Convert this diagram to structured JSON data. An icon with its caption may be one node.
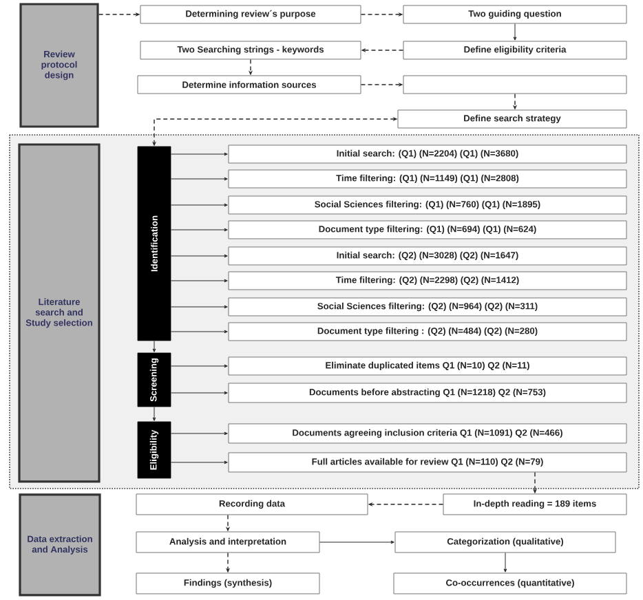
{
  "diagram": {
    "nodes": [
      {
        "text": [
          "Review protocol design"
        ]
      },
      {
        "text": [
          "Determining review´s purpose"
        ]
      },
      {
        "text": [
          "Two guiding question"
        ]
      },
      {
        "text": [
          "Two Searching strings - keywords"
        ]
      },
      {
        "text": [
          "Define eligibility criteria"
        ]
      },
      {
        "text": [
          "Determine information sources"
        ]
      },
      {
        "text": [],
        "shape": "box"
      },
      {
        "text": [
          "Define search strategy"
        ]
      },
      {
        "text": [
          "Literature search and Study selection"
        ]
      },
      {
        "text": [
          "Identification"
        ]
      },
      {
        "text": [
          "Initial search: (Q1) (N=2204) (Q1) (N=3680)"
        ]
      },
      {
        "text": [
          "Time filtering: (Q1) (N=1149) (Q1) (N=2808)"
        ]
      },
      {
        "text": [
          "Social Sciences filtering: (Q1) (N=760) (Q1) (N=1895)"
        ]
      },
      {
        "text": [
          "Document type filtering: (Q1) (N=694) (Q1) (N=624)"
        ]
      },
      {
        "text": [
          "Initial search: (Q2) (N=3028) (Q2) (N=1647)"
        ]
      },
      {
        "text": [
          "Time filtering: (Q2) (N=2298) (Q2) (N=1412)"
        ]
      },
      {
        "text": [
          "Social Sciences filtering: (Q2) (N=964) (Q2) (N=311)"
        ]
      },
      {
        "text": [
          "Document type filtering : (Q2) (N=484) (Q2) (N=280)"
        ]
      },
      {
        "text": [
          "Screening"
        ]
      },
      {
        "text": [
          "Eliminate duplicated items Q1 (N=10) Q2 (N=11)"
        ]
      },
      {
        "text": [
          "Documents before abstracting Q1 (N=1218) Q2 (N=753)"
        ]
      },
      {
        "text": [
          "Eligibility"
        ]
      },
      {
        "text": [
          "Documents agreeing  inclusion criteria Q1 (N=1091) Q2 (N=466)"
        ]
      },
      {
        "text": [
          "Full articles available for review Q1 (N=110) Q2 (N=79)"
        ]
      },
      {
        "text": [
          "Data extraction and Analysis"
        ]
      },
      {
        "text": [
          "Recording data"
        ]
      },
      {
        "text": [
          "In-depth reading = 189 items"
        ]
      },
      {
        "text": [
          "Analysis and interpretation"
        ]
      },
      {
        "text": [
          "Categorization (qualitative)"
        ]
      },
      {
        "text": [
          "Findings (synthesis)"
        ]
      },
      {
        "text": [
          "Co-occurrences (quantitative)"
        ]
      }
    ],
    "edges": [
      {
        "from": 0,
        "to": 1,
        "arrow": "to",
        "style": "dashed"
      },
      {
        "from": 1,
        "to": 2,
        "arrow": "to",
        "style": "dashed"
      },
      {
        "from": 2,
        "to": 4,
        "arrow": "to"
      },
      {
        "from": 4,
        "to": 3,
        "arrow": "to",
        "style": "dashed"
      },
      {
        "from": 3,
        "to": 5,
        "arrow": "to",
        "style": "dashed"
      },
      {
        "from": 5,
        "to": 6,
        "arrow": "to",
        "style": "dashed"
      },
      {
        "from": 6,
        "to": 7,
        "arrow": "to",
        "style": "dashed"
      },
      {
        "from": 7,
        "to": 9,
        "arrow": "both",
        "style": "dashed"
      },
      {
        "from": 9,
        "to": 10,
        "arrow": "to"
      },
      {
        "from": 9,
        "to": 11,
        "arrow": "to"
      },
      {
        "from": 9,
        "to": 12,
        "arrow": "to"
      },
      {
        "from": 9,
        "to": 13,
        "arrow": "to"
      },
      {
        "from": 9,
        "to": 14,
        "arrow": "to"
      },
      {
        "from": 9,
        "to": 15,
        "arrow": "to"
      },
      {
        "from": 9,
        "to": 16,
        "arrow": "to"
      },
      {
        "from": 9,
        "to": 17,
        "arrow": "to"
      },
      {
        "from": 9,
        "to": 18,
        "arrow": "to"
      },
      {
        "from": 18,
        "to": 19,
        "arrow": "to"
      },
      {
        "from": 18,
        "to": 20,
        "arrow": "to"
      },
      {
        "from": 18,
        "to": 21,
        "arrow": "to"
      },
      {
        "from": 21,
        "to": 22,
        "arrow": "to"
      },
      {
        "from": 21,
        "to": 23,
        "arrow": "to"
      },
      {
        "from": 23,
        "to": 26,
        "arrow": "to",
        "style": "dashed"
      },
      {
        "from": 26,
        "to": 25,
        "arrow": "to",
        "style": "dashed"
      },
      {
        "from": 25,
        "to": 27,
        "arrow": "to",
        "style": "dashed"
      },
      {
        "from": 27,
        "to": 29,
        "arrow": "to",
        "style": "dashed"
      },
      {
        "from": 27,
        "to": 28,
        "arrow": "to"
      },
      {
        "from": 28,
        "to": 30,
        "arrow": "to"
      }
    ]
  }
}
